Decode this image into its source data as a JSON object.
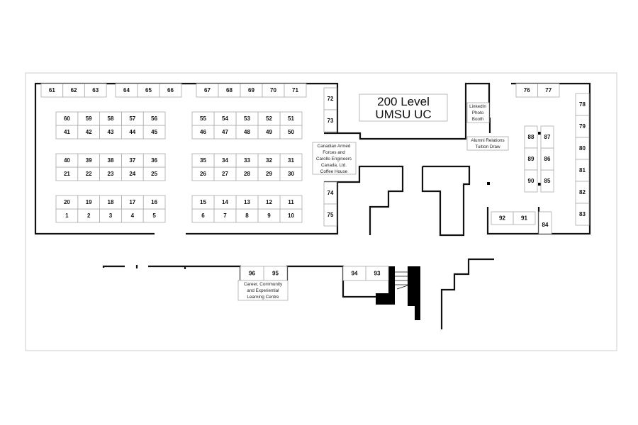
{
  "title": {
    "line1": "200 Level",
    "line2": "UMSU UC"
  },
  "labels": {
    "linkedin": [
      "LinkedIn",
      "Photo",
      "Booth"
    ],
    "alumni": [
      "Alumni Relations",
      "Tuition Draw"
    ],
    "coffee": [
      "Canadian Armed",
      "Forces and",
      "Carollo Engineers",
      "Canada, Ltd.",
      "Coffee House"
    ],
    "career": [
      "Career, Community",
      "and Experiential",
      "Learning Centre"
    ]
  },
  "booths": [
    "1",
    "2",
    "3",
    "4",
    "5",
    "6",
    "7",
    "8",
    "9",
    "10",
    "11",
    "12",
    "13",
    "14",
    "15",
    "16",
    "17",
    "18",
    "19",
    "20",
    "21",
    "22",
    "23",
    "24",
    "25",
    "26",
    "27",
    "28",
    "29",
    "30",
    "31",
    "32",
    "33",
    "34",
    "35",
    "36",
    "37",
    "38",
    "39",
    "40",
    "41",
    "42",
    "43",
    "44",
    "45",
    "46",
    "47",
    "48",
    "49",
    "50",
    "51",
    "52",
    "53",
    "54",
    "55",
    "56",
    "57",
    "58",
    "59",
    "60",
    "61",
    "62",
    "63",
    "64",
    "65",
    "66",
    "67",
    "68",
    "69",
    "70",
    "71",
    "72",
    "73",
    "74",
    "75",
    "76",
    "77",
    "78",
    "79",
    "80",
    "81",
    "82",
    "83",
    "84",
    "85",
    "86",
    "87",
    "88",
    "89",
    "90",
    "91",
    "92",
    "93",
    "94",
    "95",
    "96"
  ]
}
